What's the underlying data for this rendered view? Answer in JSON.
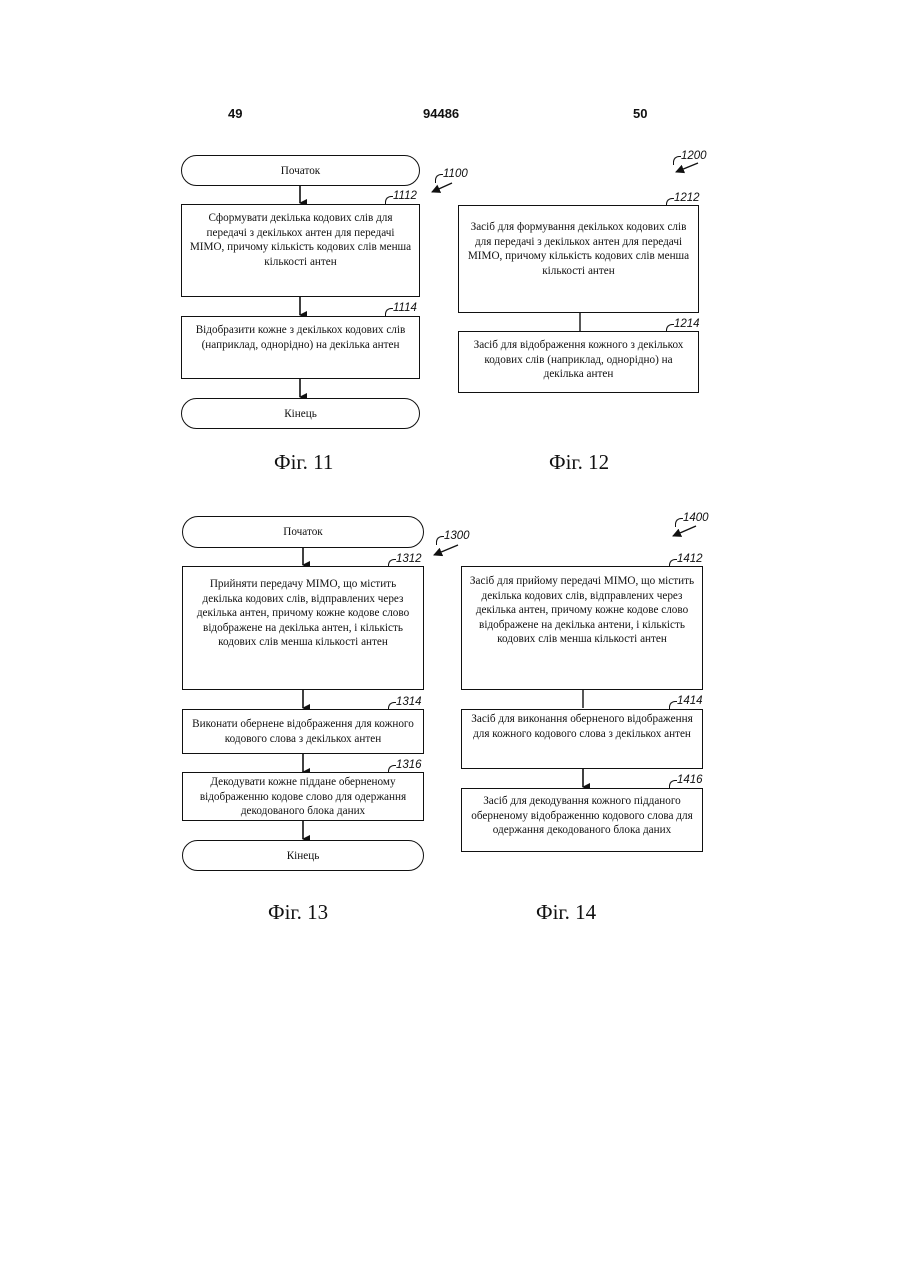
{
  "header": {
    "left_page": "49",
    "patent_number": "94486",
    "right_page": "50"
  },
  "fig11": {
    "label": "1100",
    "start": "Початок",
    "step1": {
      "ref": "1112",
      "text": "Сформувати декілька кодових слів для передачі з декількох антен для передачі MIMO, причому кількість кодових слів менша кількості антен"
    },
    "step2": {
      "ref": "1114",
      "text": "Відобразити кожне з декількох кодових слів (наприклад, однорідно) на декілька антен"
    },
    "end": "Кінець",
    "caption": "Фіг. 11"
  },
  "fig12": {
    "label": "1200",
    "block1": {
      "ref": "1212",
      "text": "Засіб для формування декількох кодових слів для передачі з декількох антен для передачі MIMO, причому кількість кодових слів менша кількості антен"
    },
    "block2": {
      "ref": "1214",
      "text": "Засіб для відображення кожного з декількох кодових слів (наприклад, однорідно) на декілька антен"
    },
    "caption": "Фіг. 12"
  },
  "fig13": {
    "label": "1300",
    "start": "Початок",
    "step1": {
      "ref": "1312",
      "text": "Прийняти передачу MIMO, що містить декілька кодових слів, відправлених через декілька антен, причому кожне кодове слово відображене на декілька антен, і кількість кодових слів менша кількості антен"
    },
    "step2": {
      "ref": "1314",
      "text": "Виконати обернене відображення для кожного кодового слова з декількох антен"
    },
    "step3": {
      "ref": "1316",
      "text": "Декодувати кожне піддане оберненому відображенню кодове слово для одержання декодованого блока даних"
    },
    "end": "Кінець",
    "caption": "Фіг. 13"
  },
  "fig14": {
    "label": "1400",
    "block1": {
      "ref": "1412",
      "text": "Засіб для прийому передачі MIMO, що містить декілька кодових слів, відправлених через декілька антен, причому кожне кодове слово відображене на декілька антени, і кількість кодових слів менша кількості антен"
    },
    "block2": {
      "ref": "1414",
      "text": "Засіб для виконання оберненого відображення для кожного кодового слова з декількох антен"
    },
    "block3": {
      "ref": "1416",
      "text": "Засіб для декодування кожного підданого оберненому відображенню кодового слова для одержання декодованого блока даних"
    },
    "caption": "Фіг. 14"
  }
}
